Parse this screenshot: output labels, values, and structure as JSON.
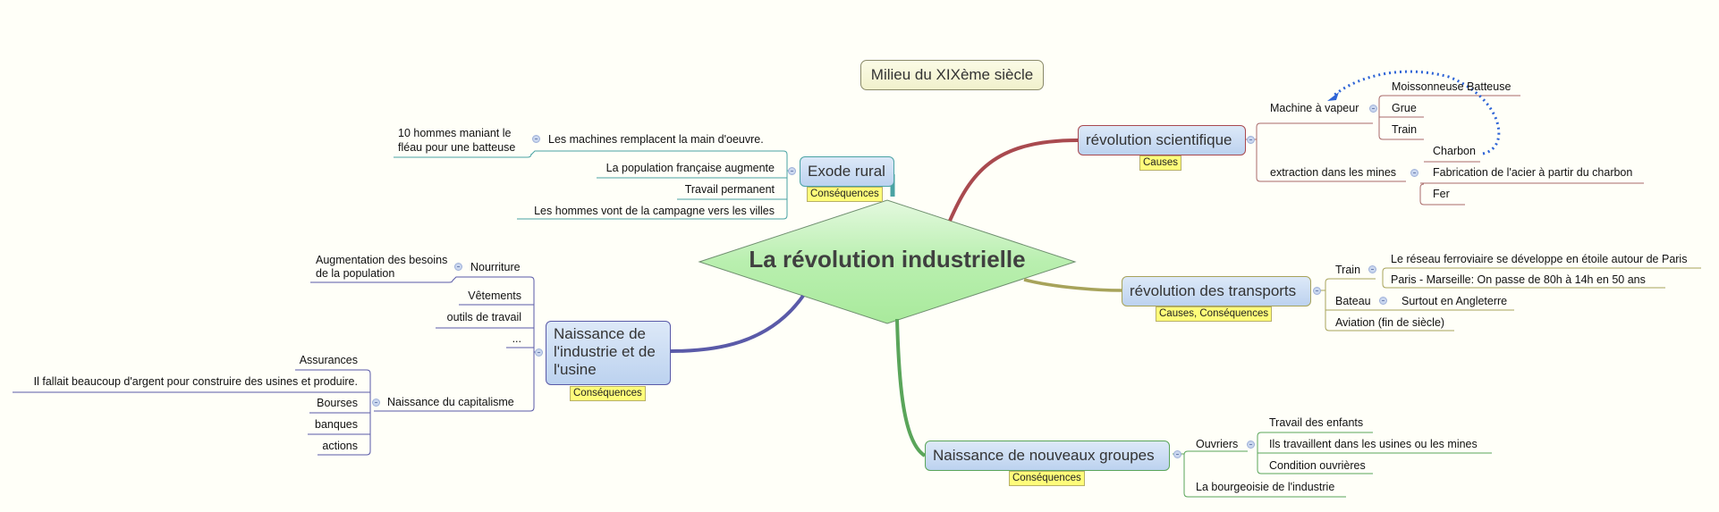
{
  "central": {
    "title": "La révolution industrielle",
    "fill": "#b6efac"
  },
  "floating_topic": {
    "label": "Milieu du XIXème siècle"
  },
  "branches": {
    "scientifique": {
      "title": "révolution scientifique",
      "label": "Causes",
      "color": "#a94a4f",
      "children": [
        {
          "label": "Machine à vapeur",
          "children": [
            "Moissonneuse Batteuse",
            "Grue",
            "Train"
          ]
        },
        {
          "label": "extraction dans les mines",
          "children": [
            "Charbon",
            "Fabrication de l'acier à partir du charbon",
            "Fer"
          ]
        }
      ],
      "relationship": {
        "from": "Charbon",
        "to": "Machine à vapeur",
        "color": "#2e64d6",
        "style": "dotted"
      }
    },
    "transports": {
      "title": "révolution des transports",
      "label": "Causes, Conséquences",
      "color": "#a7a35a",
      "children": [
        {
          "label": "Train",
          "children": [
            "Le réseau ferroviaire se développe en étoile autour de Paris",
            "Paris - Marseille: On passe de 80h à 14h en 50 ans"
          ]
        },
        {
          "label": "Bateau",
          "children": [
            "Surtout en Angleterre"
          ]
        },
        {
          "label": "Aviation (fin de siècle)"
        }
      ]
    },
    "groupes": {
      "title": "Naissance de nouveaux groupes",
      "label": "Conséquences",
      "color": "#5aa55a",
      "children": [
        {
          "label": "Ouvriers",
          "children": [
            "Travail des enfants",
            "Ils travaillent dans les usines ou les mines",
            "Condition ouvrières"
          ]
        },
        {
          "label": "La bourgeoisie de l'industrie"
        }
      ]
    },
    "exode": {
      "title": "Exode rural",
      "label": "Conséquences",
      "color": "#4aa3a3",
      "children": [
        {
          "label": "Les machines remplacent la main d'oeuvre.",
          "children": [
            "10 hommes maniant le fléau pour une batteuse"
          ]
        },
        {
          "label": "La population française augmente"
        },
        {
          "label": "Travail permanent"
        },
        {
          "label": "Les hommes vont de la campagne vers les villes"
        }
      ]
    },
    "industrie": {
      "title": "Naissance de l'industrie et de l'usine",
      "title_lines": [
        "Naissance de",
        "l'industrie et de",
        "l'usine"
      ],
      "label": "Conséquences",
      "color": "#5a5aa8",
      "children": [
        {
          "label": "Nourriture",
          "children": [
            "Augmentation des besoins de la population"
          ]
        },
        {
          "label": "Vêtements"
        },
        {
          "label": "outils de travail"
        },
        {
          "label": "..."
        },
        {
          "label": "Naissance du capitalisme",
          "children": [
            "Assurances",
            "Il fallait beaucoup d'argent pour construire des usines et produire.",
            "Bourses",
            "banques",
            "actions"
          ]
        }
      ]
    }
  }
}
